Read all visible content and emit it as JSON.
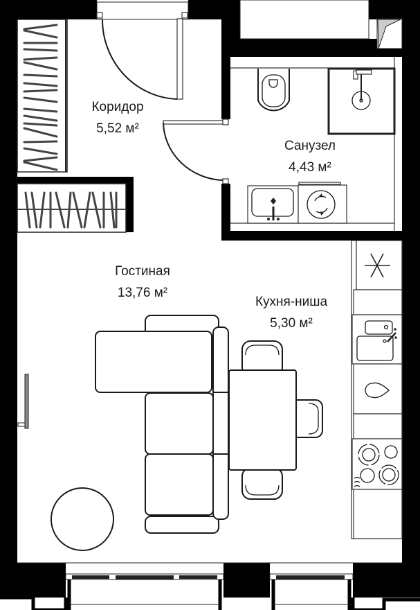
{
  "rooms": [
    {
      "id": "corridor",
      "name": "Коридор",
      "area": "5,52 м²"
    },
    {
      "id": "bathroom",
      "name": "Санузел",
      "area": "4,43 м²"
    },
    {
      "id": "living",
      "name": "Гостиная",
      "area": "13,76 м²"
    },
    {
      "id": "kitchen",
      "name": "Кухня-ниша",
      "area": "5,30 м²"
    }
  ],
  "icons": {
    "wardrobe": "wardrobe-hangers-icon",
    "toilet": "toilet-icon",
    "shower": "shower-icon",
    "sink": "sink-icon",
    "washing_machine": "washing-machine-icon",
    "fridge": "fridge-snowflake-icon",
    "kitchen_sink": "kitchen-sink-icon",
    "oven": "oven-drop-icon",
    "hob": "cooktop-burners-icon",
    "sofa": "corner-sofa-icon",
    "dining_table": "dining-table-icon",
    "chair": "chair-icon",
    "round_table": "round-coffee-table-icon",
    "tv": "tv-icon",
    "ventilation": "ventilation-shaft-icon"
  },
  "colors": {
    "wall": "#000000",
    "line": "#1a1a1a",
    "background": "#ffffff",
    "shaft_fill": "#cccccc"
  }
}
